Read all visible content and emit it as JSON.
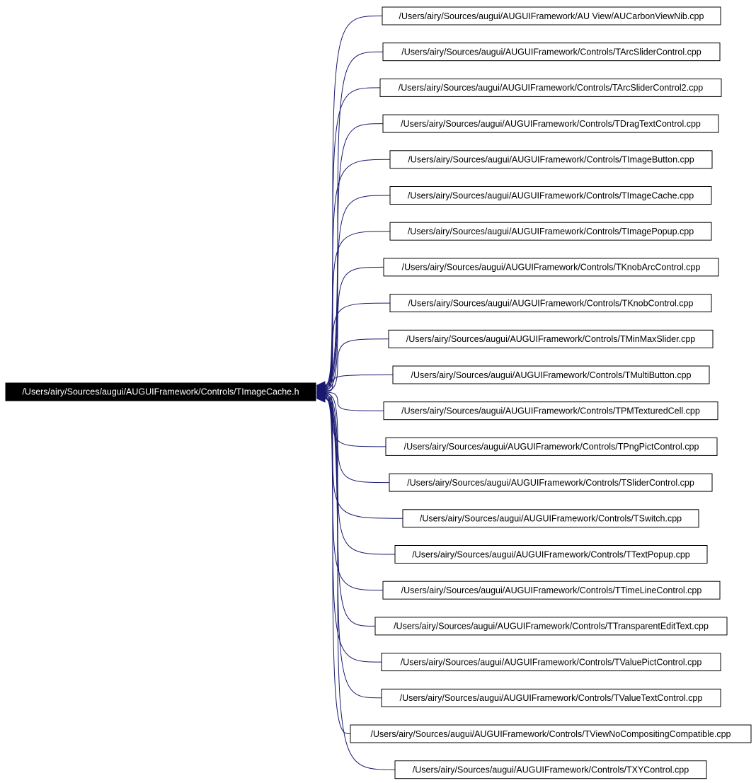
{
  "colors": {
    "edge": "#191970",
    "root_fill": "#000000",
    "root_text": "#ffffff",
    "node_border": "#000000",
    "node_fill": "#ffffff",
    "node_text": "#000000"
  },
  "root": {
    "label": "/Users/airy/Sources/augui/AUGUIFramework/Controls/TImageCache.h"
  },
  "nodes": [
    {
      "label": "/Users/airy/Sources/augui/AUGUIFramework/AU View/AUCarbonViewNib.cpp"
    },
    {
      "label": "/Users/airy/Sources/augui/AUGUIFramework/Controls/TArcSliderControl.cpp"
    },
    {
      "label": "/Users/airy/Sources/augui/AUGUIFramework/Controls/TArcSliderControl2.cpp"
    },
    {
      "label": "/Users/airy/Sources/augui/AUGUIFramework/Controls/TDragTextControl.cpp"
    },
    {
      "label": "/Users/airy/Sources/augui/AUGUIFramework/Controls/TImageButton.cpp"
    },
    {
      "label": "/Users/airy/Sources/augui/AUGUIFramework/Controls/TImageCache.cpp"
    },
    {
      "label": "/Users/airy/Sources/augui/AUGUIFramework/Controls/TImagePopup.cpp"
    },
    {
      "label": "/Users/airy/Sources/augui/AUGUIFramework/Controls/TKnobArcControl.cpp"
    },
    {
      "label": "/Users/airy/Sources/augui/AUGUIFramework/Controls/TKnobControl.cpp"
    },
    {
      "label": "/Users/airy/Sources/augui/AUGUIFramework/Controls/TMinMaxSlider.cpp"
    },
    {
      "label": "/Users/airy/Sources/augui/AUGUIFramework/Controls/TMultiButton.cpp"
    },
    {
      "label": "/Users/airy/Sources/augui/AUGUIFramework/Controls/TPMTexturedCell.cpp"
    },
    {
      "label": "/Users/airy/Sources/augui/AUGUIFramework/Controls/TPngPictControl.cpp"
    },
    {
      "label": "/Users/airy/Sources/augui/AUGUIFramework/Controls/TSliderControl.cpp"
    },
    {
      "label": "/Users/airy/Sources/augui/AUGUIFramework/Controls/TSwitch.cpp"
    },
    {
      "label": "/Users/airy/Sources/augui/AUGUIFramework/Controls/TTextPopup.cpp"
    },
    {
      "label": "/Users/airy/Sources/augui/AUGUIFramework/Controls/TTimeLineControl.cpp"
    },
    {
      "label": "/Users/airy/Sources/augui/AUGUIFramework/Controls/TTransparentEditText.cpp"
    },
    {
      "label": "/Users/airy/Sources/augui/AUGUIFramework/Controls/TValuePictControl.cpp"
    },
    {
      "label": "/Users/airy/Sources/augui/AUGUIFramework/Controls/TValueTextControl.cpp"
    },
    {
      "label": "/Users/airy/Sources/augui/AUGUIFramework/Controls/TViewNoCompositingCompatible.cpp"
    },
    {
      "label": "/Users/airy/Sources/augui/AUGUIFramework/Controls/TXYControl.cpp"
    }
  ]
}
